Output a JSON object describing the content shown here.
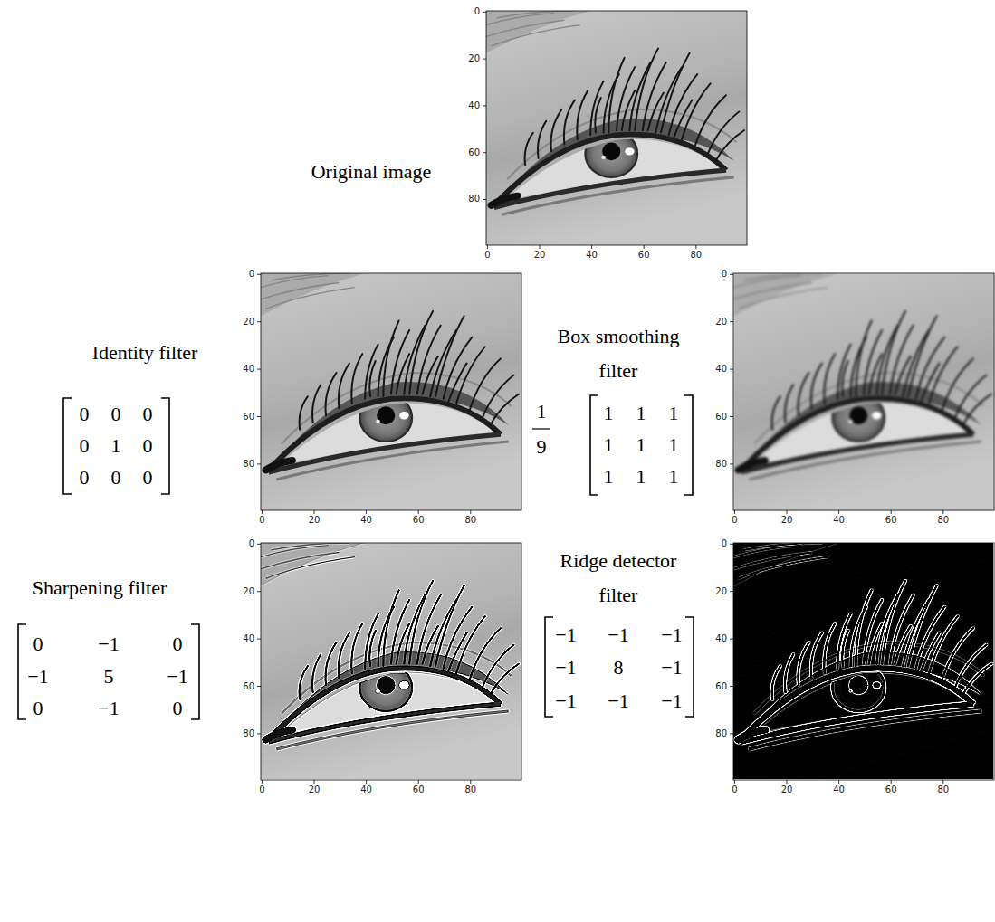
{
  "diagram": {
    "labels": [
      "Original image",
      "0",
      "20",
      "40",
      "60",
      "80",
      "0",
      "20",
      "40",
      "60",
      "80",
      "Identity filter",
      "0",
      "0",
      "0",
      "0",
      "1",
      "0",
      "0",
      "0",
      "0",
      "0",
      "20",
      "40",
      "60",
      "80",
      "0",
      "20",
      "40",
      "60",
      "80",
      "Box smoothing filter",
      "1",
      "9",
      "1",
      "1",
      "1",
      "1",
      "1",
      "1",
      "1",
      "1",
      "1",
      "0",
      "20",
      "40",
      "60",
      "80",
      "0",
      "20",
      "40",
      "60",
      "80",
      "Sharpening filter",
      "0",
      "−1",
      "0",
      "−1",
      "5",
      "−1",
      "0",
      "−1",
      "0",
      "0",
      "20",
      "40",
      "60",
      "80",
      "0",
      "20",
      "40",
      "60",
      "80",
      "Ridge detector filter",
      "−1",
      "−1",
      "−1",
      "−1",
      "8",
      "−1",
      "−1",
      "−1",
      "−1",
      "0",
      "20",
      "40",
      "60",
      "80",
      "0",
      "20",
      "40",
      "60",
      "80"
    ]
  }
}
